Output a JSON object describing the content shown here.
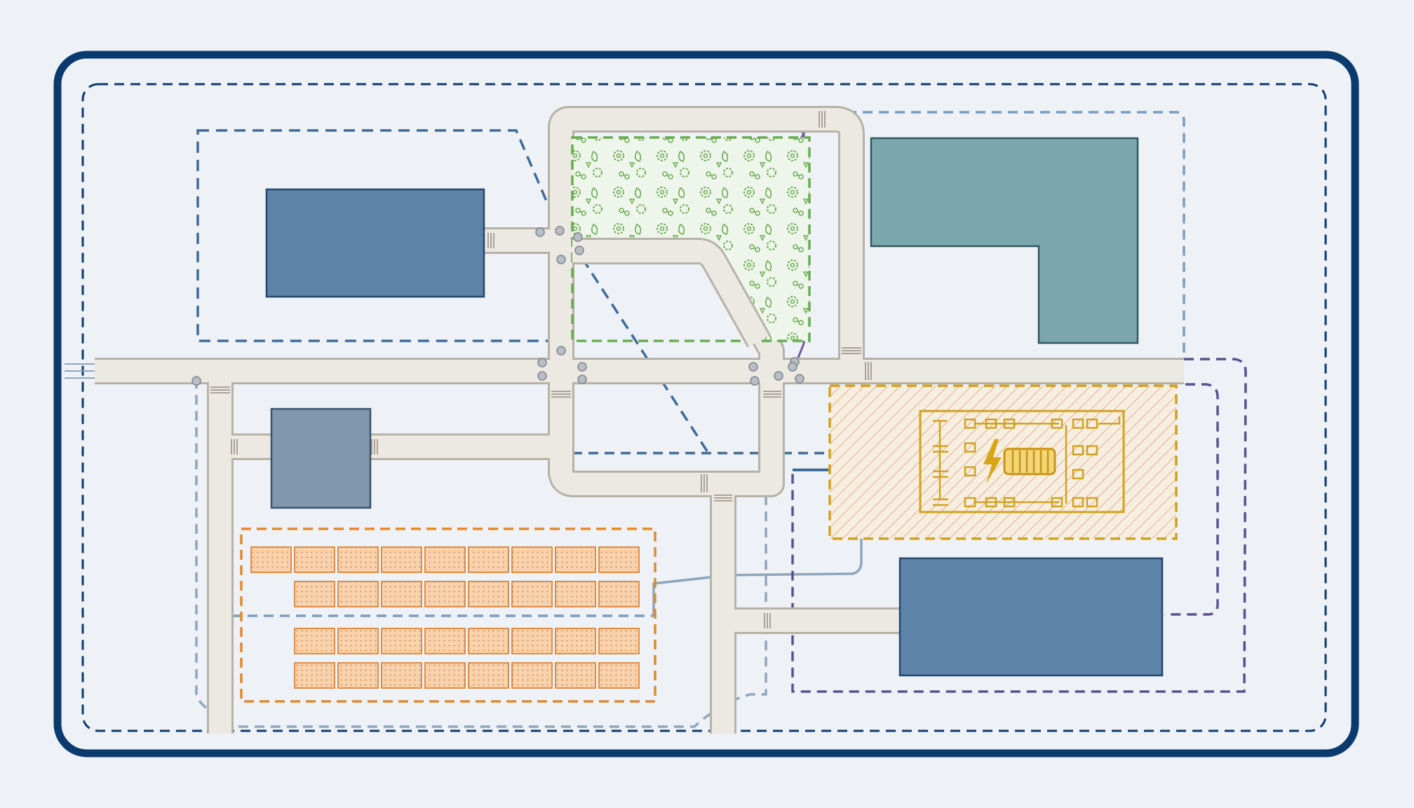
{
  "colors": {
    "background": "#eef2f6",
    "boundary": "#0b3a6e",
    "road": "#ece9e3",
    "road_edge": "#b7b1a7",
    "building_blue": "#5e83a8",
    "building_teal": "#7aa8ae",
    "building_slate": "#7f98ad",
    "green_zone": "#6aab52",
    "solar_zone": "#e0892e",
    "substation_zone": "#d0a21c",
    "utility_purple": "#5d4f8e",
    "utility_blue": "#3f6a96",
    "utility_light": "#8ea6bd"
  },
  "icons": {
    "park": "gear-and-leaf-pattern-icon",
    "substation": "lightning-bolt-icon",
    "transformer": "transformer-coil-icon",
    "solar": "solar-panel-icon",
    "node": "utility-node-circle-icon"
  },
  "counts": {
    "solar_rows": 4,
    "solar_panels_per_row": [
      9,
      8,
      8,
      8
    ]
  }
}
